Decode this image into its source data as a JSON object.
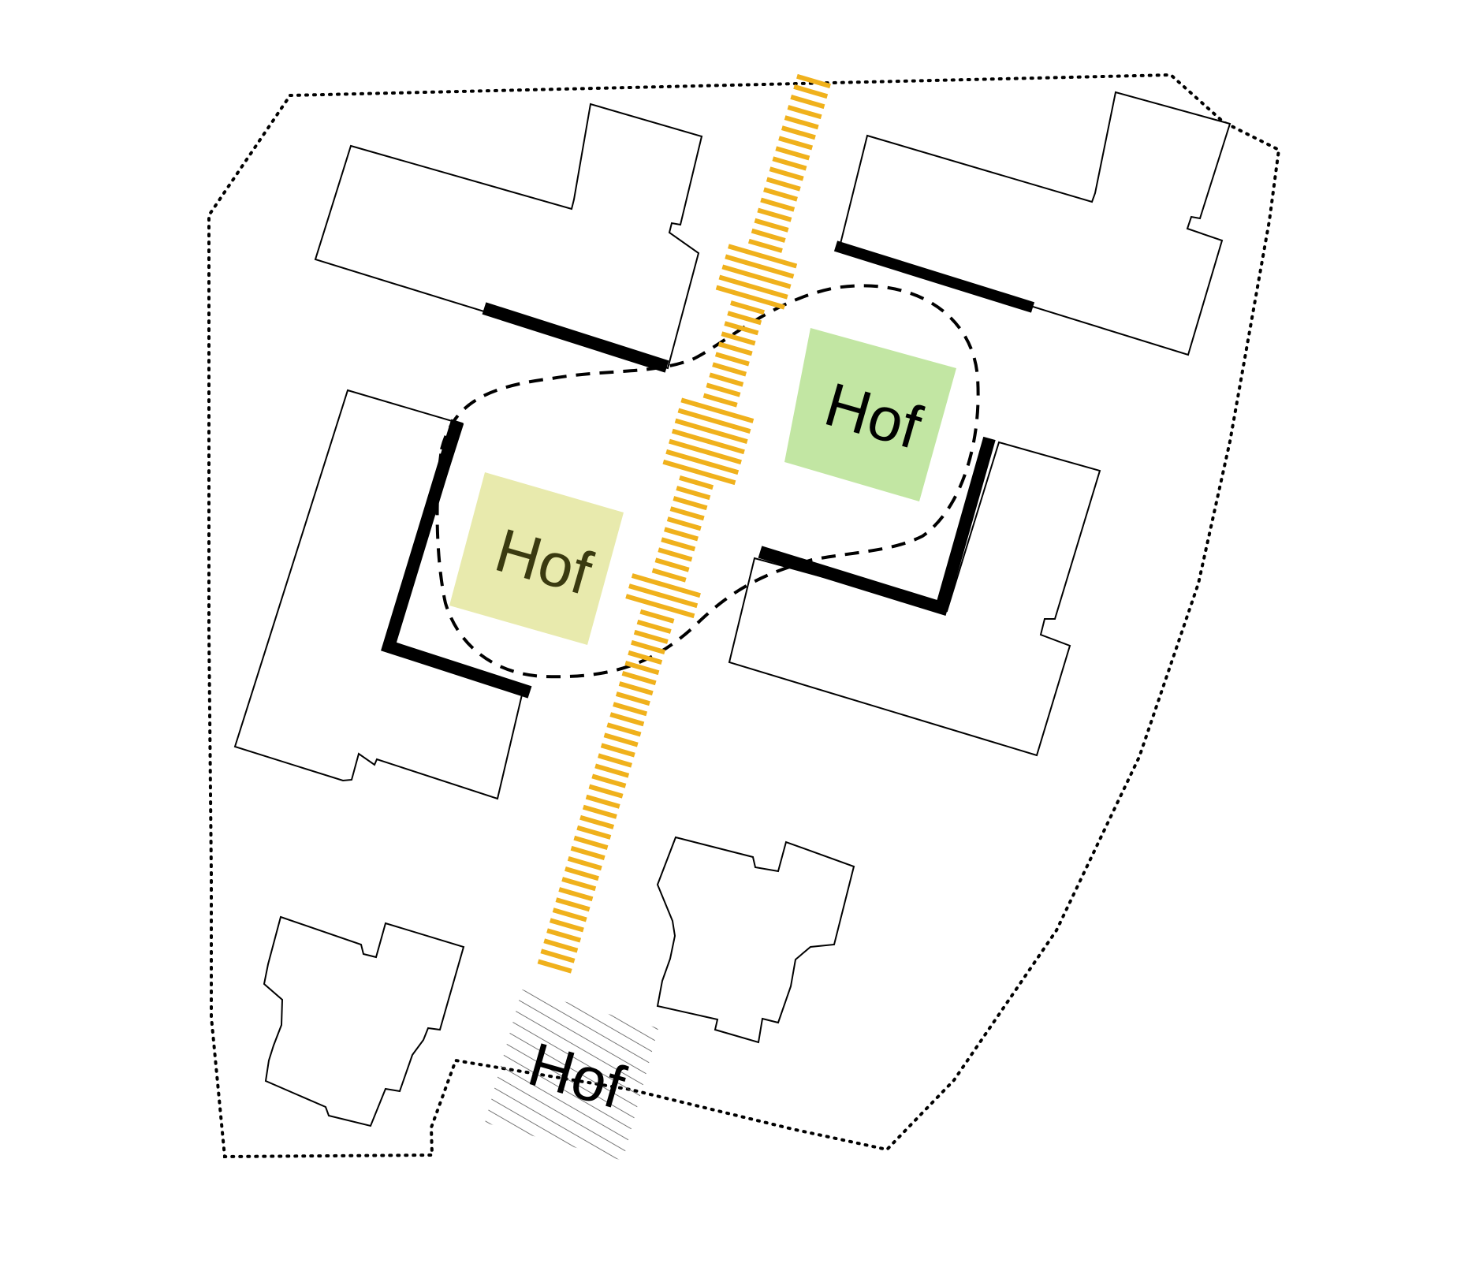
{
  "courtyards": [
    {
      "label": "Hof",
      "fill": "#c2e6a3",
      "text_color": "#000000"
    },
    {
      "label": "Hof",
      "fill": "#e8eaad",
      "text_color": "#3a3a10"
    },
    {
      "label": "Hof",
      "fill": "hatched",
      "text_color": "#000000"
    }
  ],
  "colors": {
    "path": "#f0b11c",
    "buildings": "#000000",
    "frontage": "#000000",
    "boundary": "#000000",
    "hatch": "#555555"
  },
  "legend_semantics": {
    "dotted_line": "site-boundary",
    "dashed_line": "shared-courtyard-area",
    "orange_dashes": "pedestrian-path",
    "thick_black_lines": "building-frontage"
  }
}
